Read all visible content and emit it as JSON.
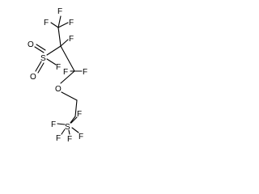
{
  "molecule": {
    "atoms": [
      {
        "id": "f1",
        "label": "F"
      },
      {
        "id": "f2",
        "label": "F"
      },
      {
        "id": "f3",
        "label": "F"
      },
      {
        "id": "f4",
        "label": "F"
      },
      {
        "id": "o1",
        "label": "O"
      },
      {
        "id": "s1",
        "label": "S"
      },
      {
        "id": "o2",
        "label": "O"
      },
      {
        "id": "f5",
        "label": "F"
      },
      {
        "id": "f6",
        "label": "F"
      },
      {
        "id": "f7",
        "label": "F"
      },
      {
        "id": "o3",
        "label": "O"
      },
      {
        "id": "f8",
        "label": "F"
      },
      {
        "id": "f9",
        "label": "F"
      },
      {
        "id": "s2",
        "label": "S"
      },
      {
        "id": "f10",
        "label": "F"
      },
      {
        "id": "f11",
        "label": "F"
      },
      {
        "id": "f12",
        "label": "F"
      }
    ]
  }
}
